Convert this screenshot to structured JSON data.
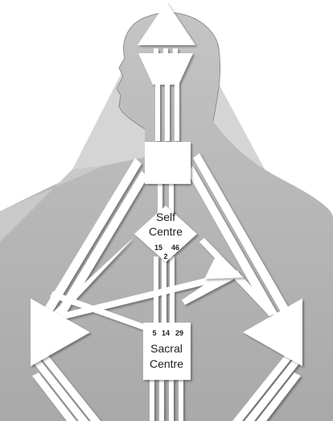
{
  "self_centre": {
    "line1": "Self",
    "line2": "Centre",
    "gates": [
      "15",
      "46",
      "2"
    ]
  },
  "sacral_centre": {
    "line1": "Sacral",
    "line2": "Centre",
    "gates": [
      "5",
      "14",
      "29"
    ]
  },
  "colors": {
    "background": "#ffffff",
    "body_silhouette": "#b3b3b3",
    "head_silhouette": "#c0c0c0",
    "light_shadow": "#d6d6d6",
    "channels_and_centres": "#ffffff",
    "text": "#1e1e1e"
  },
  "icons": [
    "human-silhouette",
    "head-triangle",
    "self-diamond",
    "sacral-square"
  ]
}
